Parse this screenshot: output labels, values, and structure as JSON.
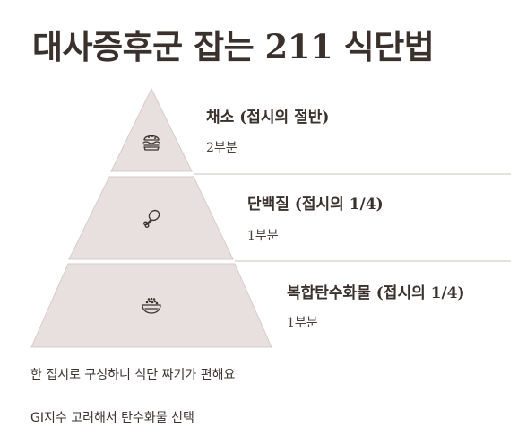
{
  "title": "대사증후군 잡는 211 식단법",
  "tiers": [
    {
      "label": "채소 (접시의 절반)",
      "portion": "2부분",
      "icon": "burger-icon"
    },
    {
      "label": "단백질 (접시의 1/4)",
      "portion": "1부분",
      "icon": "drumstick-icon"
    },
    {
      "label": "복합탄수화물 (접시의 1/4)",
      "portion": "1부분",
      "icon": "rice-bowl-icon"
    }
  ],
  "notes": [
    "한 접시로 구성하니 식단 짜기가 편해요",
    "GI지수 고려해서 탄수화물 선택"
  ],
  "colors": {
    "tier_fill": "#e8e0df",
    "tier_stroke": "#d9cfcd",
    "divider": "#dcd6d4",
    "text": "#3a302c"
  }
}
